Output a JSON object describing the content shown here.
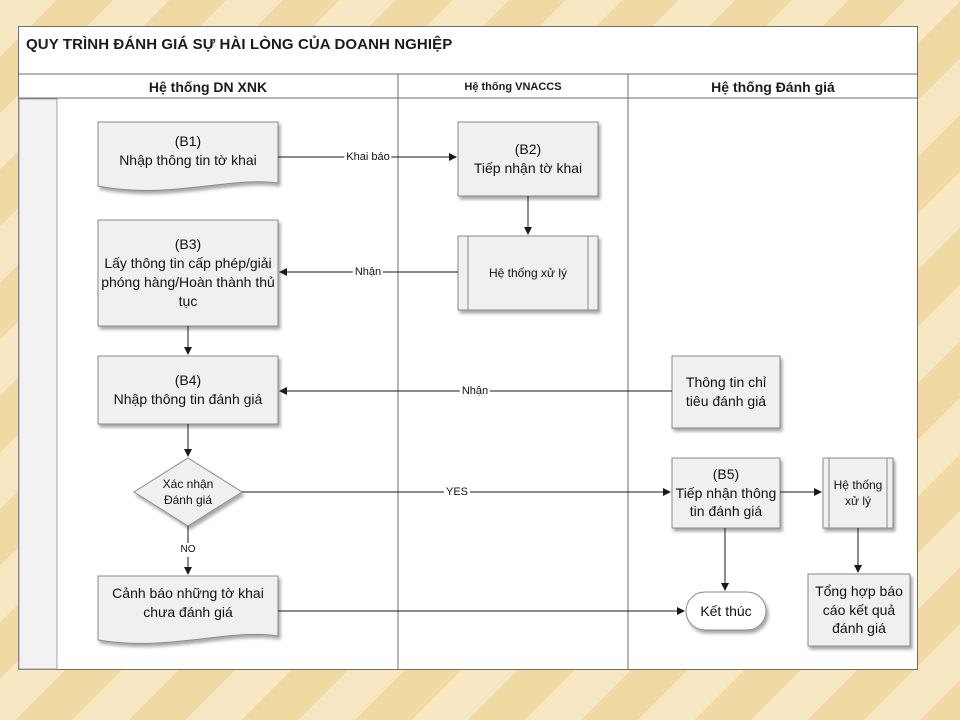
{
  "diagram": {
    "title": "QUY TRÌNH ĐÁNH GIÁ SỰ HÀI LÒNG CỦA DOANH NGHIỆP",
    "lanes": [
      {
        "id": "dn",
        "label": "Hệ thống DN XNK"
      },
      {
        "id": "vnaccs",
        "label": "Hệ thống VNACCS"
      },
      {
        "id": "danhgia",
        "label": "Hệ thống Đánh giá"
      }
    ],
    "nodes": {
      "b1": "(B1)\nNhập thông tin tờ khai",
      "b2": "(B2)\nTiếp nhận tờ khai",
      "process1": "Hệ thống xử lý",
      "b3": "(B3)\nLấy thông tin cấp phép/giải phóng hàng/Hoàn thành thủ tục",
      "b4": "(B4)\nNhập thông tin đánh giá",
      "criteria": "Thông tin chỉ tiêu đánh giá",
      "decision": "Xác nhận\nĐánh giá",
      "b5": "(B5)\nTiếp nhận thông tin đánh giá",
      "process2": "Hệ thống xử lý",
      "warning": "Cảnh báo những tờ khai chưa đánh giá",
      "end": "Kết thúc",
      "summary": "Tổng hợp báo cáo kết quả đánh giá"
    },
    "edges": {
      "b1_b2": "Khai báo",
      "process1_b3": "Nhận",
      "criteria_b4": "Nhận",
      "decision_b5": "YES",
      "decision_warning": "NO"
    }
  }
}
